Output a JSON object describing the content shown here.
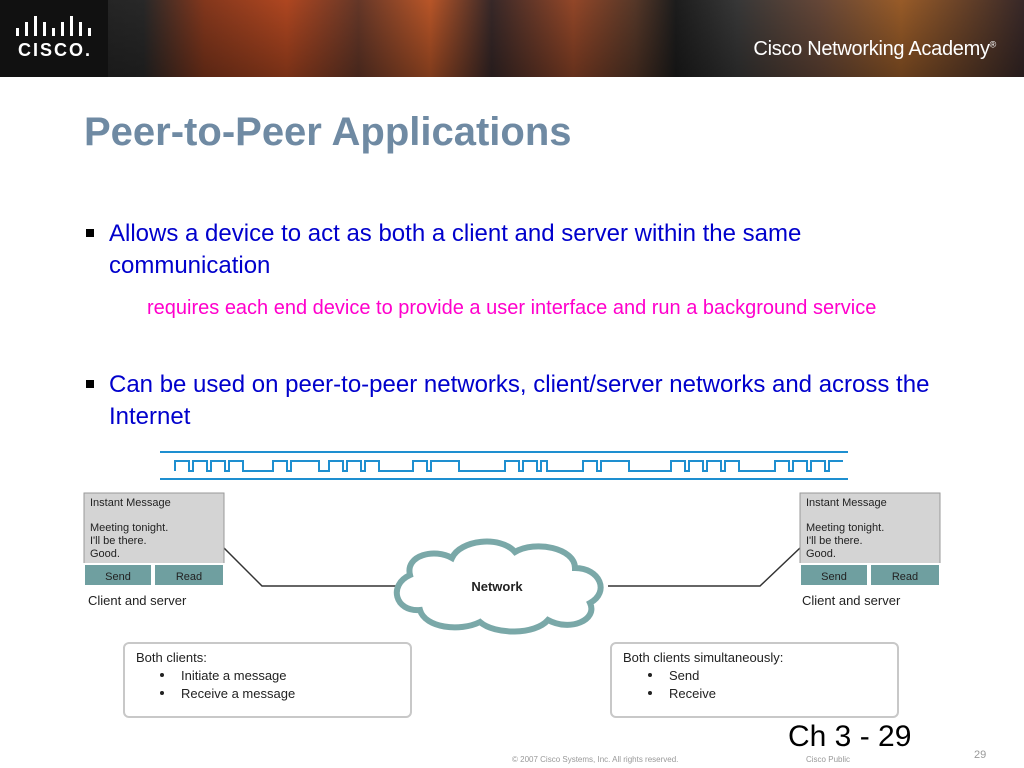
{
  "banner": {
    "logo_text": "CISCO.",
    "academy_text": "Cisco Networking Academy",
    "academy_mark": "®"
  },
  "slide": {
    "title": "Peer-to-Peer Applications",
    "bullets": [
      "Allows a device to act as both a client and server within the same communication",
      "Can be used on peer-to-peer networks, client/server networks and across the Internet"
    ],
    "sub_bullet": "requires each end device to provide a user interface and run a background service"
  },
  "diagram": {
    "left_window": {
      "title": "Instant Message",
      "lines": [
        "Meeting tonight.",
        "I'll be there.",
        "Good."
      ],
      "buttons": [
        "Send",
        "Read"
      ],
      "caption": "Client and server"
    },
    "right_window": {
      "title": "Instant Message",
      "lines": [
        "Meeting tonight.",
        "I'll be there.",
        "Good."
      ],
      "buttons": [
        "Send",
        "Read"
      ],
      "caption": "Client and server"
    },
    "cloud_label": "Network",
    "left_box": {
      "heading": "Both clients:",
      "items": [
        "Initiate a message",
        "Receive a message"
      ]
    },
    "right_box": {
      "heading": "Both clients simultaneously:",
      "items": [
        "Send",
        "Receive"
      ]
    },
    "colors": {
      "signal": "#1e8fd0",
      "window_body": "#d4d4d4",
      "button": "#6f9fa0",
      "cloud": "#7aa8a8",
      "box_border": "#c8c8c8"
    }
  },
  "footer": {
    "copyright": "© 2007 Cisco Systems, Inc. All rights reserved.",
    "classification": "Cisco Public",
    "page_number": "29",
    "chapter_label": "Ch 3 - 29"
  }
}
